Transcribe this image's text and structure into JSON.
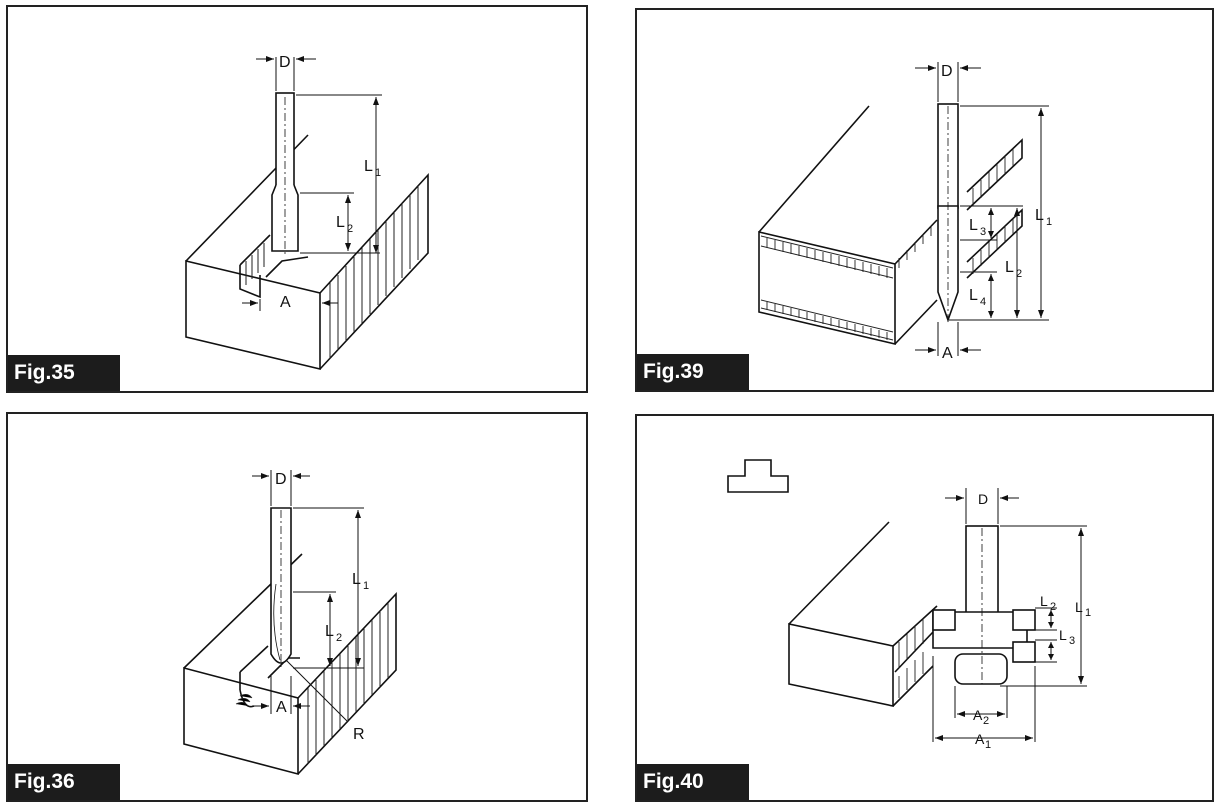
{
  "figures": [
    {
      "label": "Fig.35",
      "dims": {
        "d": "D",
        "a": "A",
        "l1": "L",
        "l2": "L",
        "s1": "1",
        "s2": "2"
      }
    },
    {
      "label": "Fig.39",
      "dims": {
        "d": "D",
        "a": "A",
        "l1": "L",
        "l2": "L",
        "l3": "L",
        "l4": "L",
        "s1": "1",
        "s2": "2",
        "s3": "3",
        "s4": "4"
      }
    },
    {
      "label": "Fig.36",
      "dims": {
        "d": "D",
        "a": "A",
        "r": "R",
        "l1": "L",
        "l2": "L",
        "s1": "1",
        "s2": "2"
      }
    },
    {
      "label": "Fig.40",
      "dims": {
        "d": "D",
        "l1": "L",
        "l2": "L",
        "l3": "L",
        "a1": "A",
        "a2": "A",
        "s1": "1",
        "s2": "2",
        "s3": "3",
        "sa1": "1",
        "sa2": "2"
      }
    }
  ]
}
